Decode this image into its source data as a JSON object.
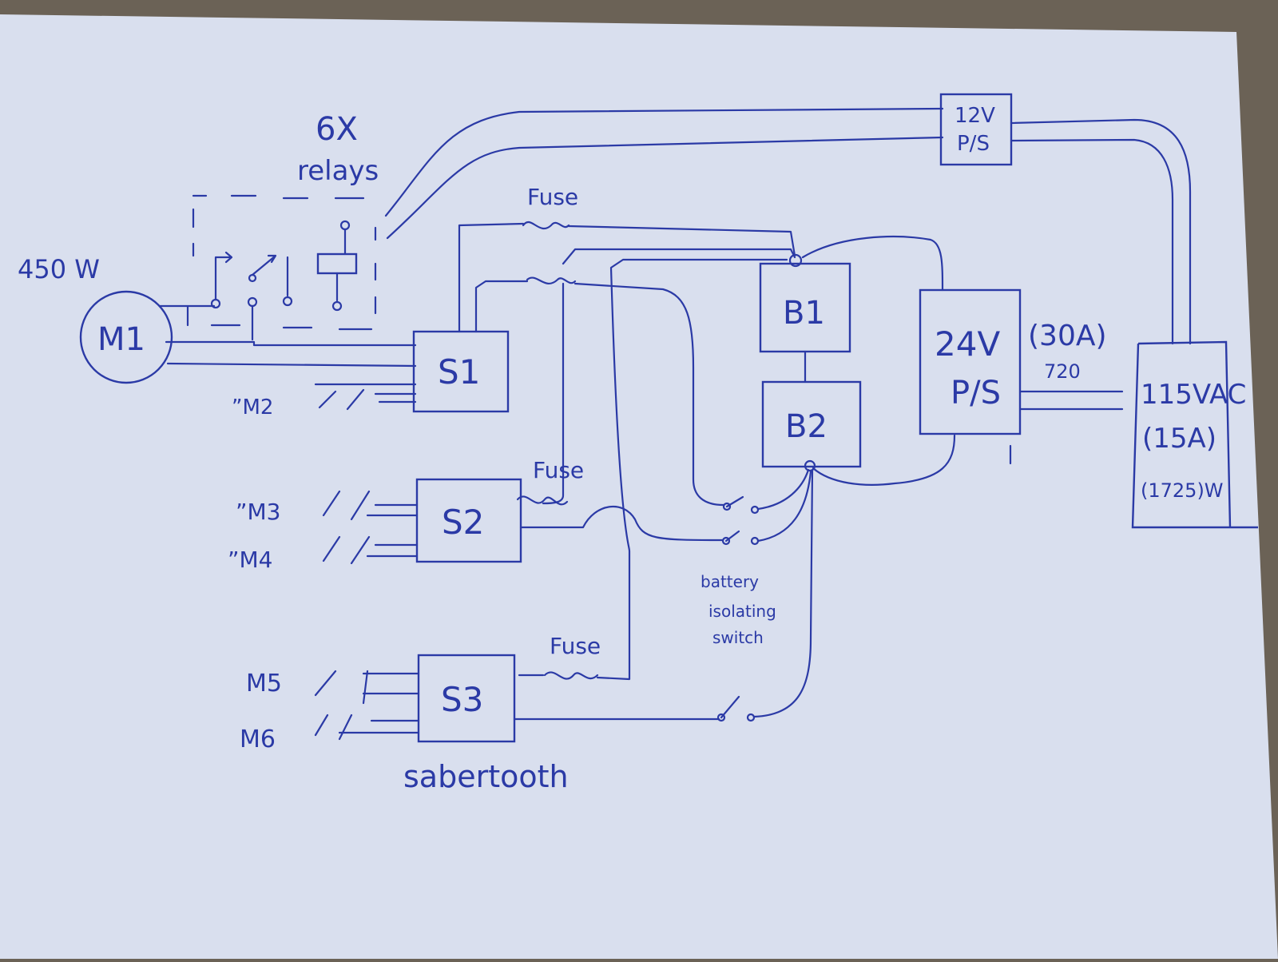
{
  "colors": {
    "ink": "#2b3aa6",
    "paper": "#d9dfee",
    "table": "#6b6256"
  },
  "labels": {
    "relays": {
      "count": "6X",
      "word": "relays"
    },
    "motor_power": "450 W",
    "m1": "M1",
    "s1": "S1",
    "s2": "S2",
    "s3": "S3",
    "b1": "B1",
    "b2": "B2",
    "ps12": {
      "line1": "12V",
      "line2": "P/S"
    },
    "ps24": {
      "line1": "24V",
      "line2": "P/S"
    },
    "current_30a": "(30A)",
    "ps24_sub": "720",
    "ac_source": {
      "line1": "115VAC",
      "line2": "(15A)",
      "line3": "(1725)W"
    },
    "fuse1": "Fuse",
    "fuse2": "Fuse",
    "fuse3": "Fuse",
    "m2": "”M2",
    "m3": "”M3",
    "m4": "”M4",
    "m5": "M5",
    "m6": "M6",
    "sabertooth": "sabertooth",
    "battery_switch": {
      "line1": "battery",
      "line2": "isolating",
      "line3": "switch"
    }
  }
}
